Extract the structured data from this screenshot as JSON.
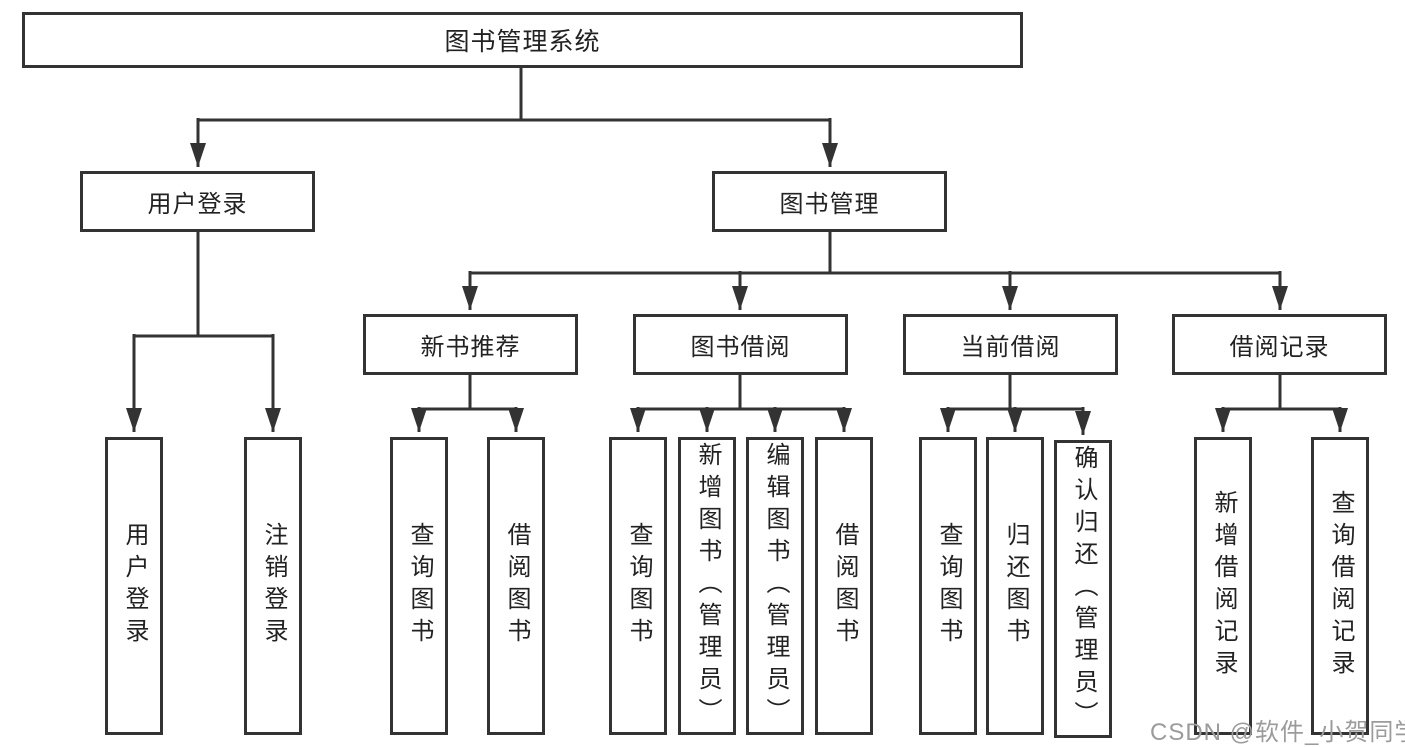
{
  "page": {
    "background": "#ffffff",
    "watermark": {
      "text": "CSDN @软件_小贺同学",
      "color": "#9b9b9b"
    }
  },
  "diagram": {
    "type": "hierarchy-tree",
    "line_color": "#333333",
    "node_border_color": "#333333",
    "node_text_color": "#222222",
    "tree": {
      "label": "图书管理系统",
      "children": [
        {
          "label": "用户登录",
          "children": [
            {
              "label": "用户登录"
            },
            {
              "label": "注销登录"
            }
          ]
        },
        {
          "label": "图书管理",
          "children": [
            {
              "label": "新书推荐",
              "children": [
                {
                  "label": "查询图书"
                },
                {
                  "label": "借阅图书"
                }
              ]
            },
            {
              "label": "图书借阅",
              "children": [
                {
                  "label": "查询图书"
                },
                {
                  "label": "新增图书（管理员）"
                },
                {
                  "label": "编辑图书（管理员）"
                },
                {
                  "label": "借阅图书"
                }
              ]
            },
            {
              "label": "当前借阅",
              "children": [
                {
                  "label": "查询图书"
                },
                {
                  "label": "归还图书"
                },
                {
                  "label": "确认归还（管理员）"
                }
              ]
            },
            {
              "label": "借阅记录",
              "children": [
                {
                  "label": "新增借阅记录"
                },
                {
                  "label": "查询借阅记录"
                }
              ]
            }
          ]
        }
      ]
    }
  }
}
